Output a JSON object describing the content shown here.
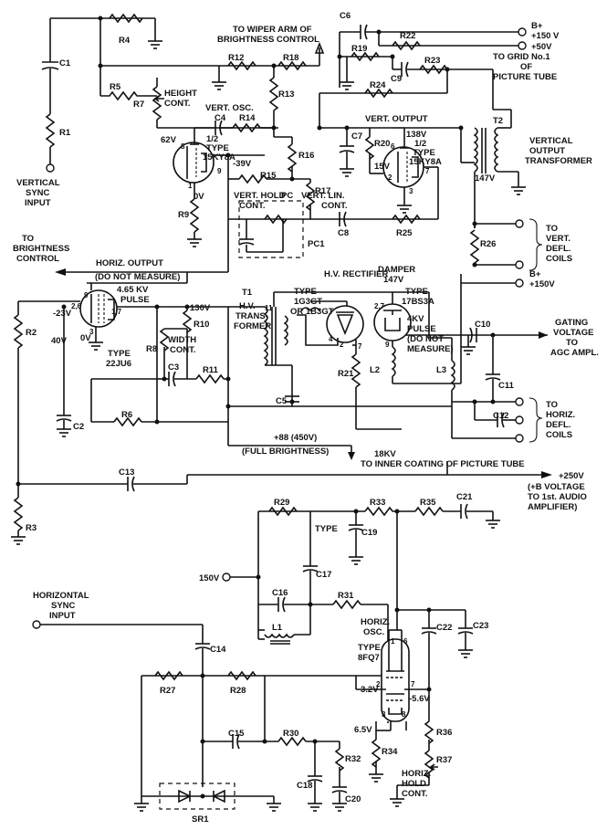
{
  "labels": {
    "r1": "R1",
    "r2": "R2",
    "r3": "R3",
    "r4": "R4",
    "r5": "R5",
    "r6": "R6",
    "r7": "R7",
    "r8": "R8",
    "r9": "R9",
    "r10": "R10",
    "r11": "R11",
    "r12": "R12",
    "r13": "R13",
    "r14": "R14",
    "r15": "R15",
    "r16": "R16",
    "r17": "R17",
    "r18": "R18",
    "r19": "R19",
    "r20": "R20",
    "r21": "R21",
    "r22": "R22",
    "r23": "R23",
    "r24": "R24",
    "r25": "R25",
    "r26": "R26",
    "r27": "R27",
    "r28": "R28",
    "r29": "R29",
    "r30": "R30",
    "r31": "R31",
    "r32": "R32",
    "r33": "R33",
    "r34": "R34",
    "r35": "R35",
    "r36": "R36",
    "r37": "R37",
    "c1": "C1",
    "c2": "C2",
    "c3": "C3",
    "c4": "C4",
    "c5": "C5",
    "c6": "C6",
    "c7": "C7",
    "c8": "C8",
    "c9": "C9",
    "c10": "C10",
    "c11": "C11",
    "c12": "C12",
    "c13": "C13",
    "c14": "C14",
    "c15": "C15",
    "c16": "C16",
    "c17": "C17",
    "c18": "C18",
    "c19": "C19",
    "c20": "C20",
    "c21": "C21",
    "c22": "C22",
    "c23": "C23",
    "l1": "L1",
    "l2": "L2",
    "l3": "L3",
    "t1": "T1",
    "t2": "T2",
    "pc1": "PC1",
    "pc": "PC",
    "sr1": "SR1",
    "vert_sync_input": [
      "VERTICAL",
      "SYNC",
      "INPUT"
    ],
    "wiper_arm": [
      "TO WIPER ARM OF",
      "BRIGHTNESS CONTROL"
    ],
    "height_cont": [
      "HEIGHT",
      "CONT."
    ],
    "vert_osc": "VERT. OSC.",
    "tube_15ky8a_left": [
      "1/2",
      "TYPE",
      "15KY8A"
    ],
    "v62": "62V",
    "v_minus39": "-39V",
    "v0": "0V",
    "vert_hold": [
      "VERT. HOLD",
      "CONT."
    ],
    "vert_lin": [
      "VERT. LIN.",
      "CONT."
    ],
    "vert_output": "VERT. OUTPUT",
    "v138": "138V",
    "v15": "15V",
    "v147": "147V",
    "tube_15ky8a_right": [
      "1/2",
      "TYPE",
      "15KY8A"
    ],
    "vert_out_xfmr": [
      "VERTICAL",
      "OUTPUT",
      "TRANSFORMER"
    ],
    "bplus150_top": [
      "B+",
      "+150 V"
    ],
    "plus50v": "+50V",
    "grid1": [
      "TO GRID No.1",
      "OF",
      "PICTURE TUBE"
    ],
    "to_vert_defl": [
      "TO",
      "VERT.",
      "DEFL.",
      "COILS"
    ],
    "to_brightness": [
      "TO",
      "BRIGHTNESS",
      "CONTROL"
    ],
    "horiz_output": "HORIZ. OUTPUT",
    "do_not_measure": "(DO NOT MEASURE)",
    "pulse_465": [
      "4.65 KV",
      "PULSE"
    ],
    "v130": "130V",
    "v_minus23": "-23V",
    "v40": "40V",
    "v0_2": "0V",
    "tube_22ju6": [
      "TYPE",
      "22JU6"
    ],
    "width_cont": [
      "WIDTH",
      "CONT."
    ],
    "t1_text": [
      "H.V.",
      "TRANS-",
      "FORMER"
    ],
    "hv_rectifier": "H.V. RECTIFIER",
    "tube_1g3gt": [
      "TYPE",
      "1G3GT",
      "OR 1B3GT"
    ],
    "damper": [
      "DAMPER",
      "147V"
    ],
    "tube_17bs3a": [
      "TYPE",
      "17BS3A"
    ],
    "pulse_4kv": [
      "4KV",
      "PULSE",
      "(DO NOT",
      "MEASURE)"
    ],
    "bplus150_mid": [
      "B+",
      "+150V"
    ],
    "gating": [
      "GATING",
      "VOLTAGE",
      "TO",
      "AGC AMPL."
    ],
    "to_horiz_defl": [
      "TO",
      "HORIZ.",
      "DEFL.",
      "COILS"
    ],
    "plus88": "+88 (450V)",
    "full_brightness": "(FULL BRIGHTNESS)",
    "kv18": "18KV",
    "inner_coating": "TO INNER COATING OF PICTURE TUBE",
    "plus250": "+250V",
    "audio_note": [
      "(+B VOLTAGE",
      "TO 1st. AUDIO",
      "AMPLIFIER)"
    ],
    "v150": "150V",
    "horiz_sync_input": [
      "HORIZONTAL",
      "SYNC",
      "INPUT"
    ],
    "horiz_osc": [
      "HORIZ.",
      "OSC."
    ],
    "tube_8fq7": [
      "TYPE",
      "8FQ7"
    ],
    "v32": "3.2V",
    "v_minus56": "-5.6V",
    "v65": "6.5V",
    "horiz_hold": [
      "HORIZ.",
      "HOLD",
      "CONT."
    ],
    "pins": [
      "1",
      "2",
      "3",
      "6",
      "7",
      "8",
      "9",
      "2",
      "3",
      "6",
      "7",
      "8",
      "11",
      "4",
      "2",
      "7",
      "2,7",
      "9",
      "1",
      "2,6",
      "3",
      "1,7",
      "9"
    ]
  }
}
